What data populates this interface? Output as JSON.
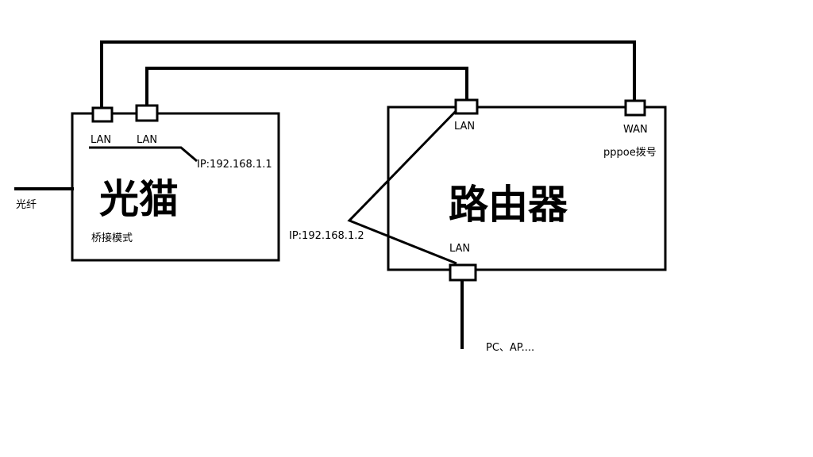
{
  "modem": {
    "title": "光猫",
    "mode": "桥接模式",
    "lan1_label": "LAN",
    "lan2_label": "LAN",
    "ip_label": "IP:192.168.1.1"
  },
  "router": {
    "title": "路由器",
    "lan_top_label": "LAN",
    "wan_label": "WAN",
    "wan_note": "pppoe拨号",
    "lan_bottom_label": "LAN",
    "ip_label": "IP:192.168.1.2"
  },
  "fiber_label": "光纤",
  "client_label": "PC、AP...."
}
